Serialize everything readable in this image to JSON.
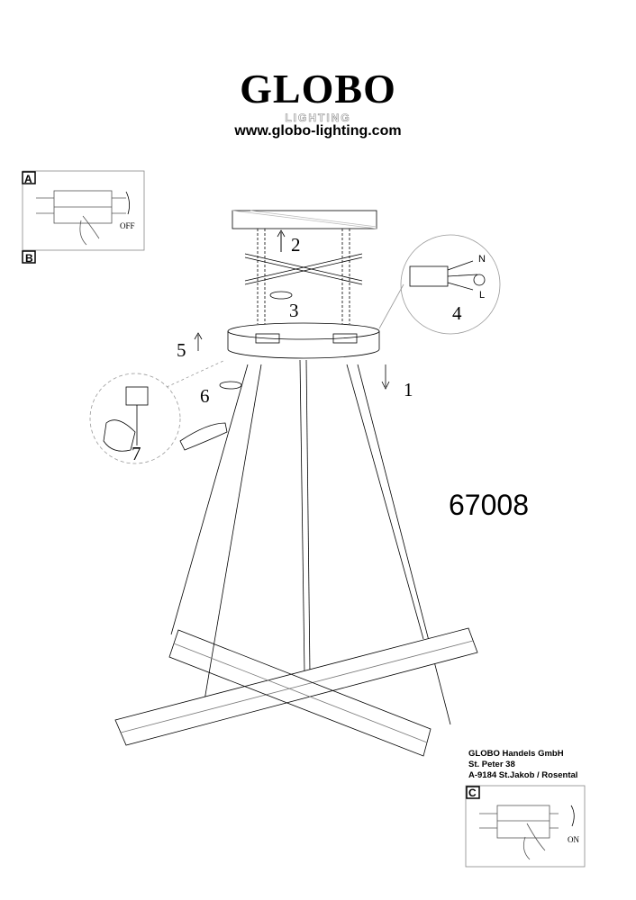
{
  "brand": {
    "logo": "GLOBO",
    "sub": "LIGHTING",
    "url": "www.globo-lighting.com"
  },
  "model": "67008",
  "address": [
    "GLOBO Handels GmbH",
    "St. Peter 38",
    "A-9184 St.Jakob / Rosental"
  ],
  "panels": {
    "a": {
      "label": "A",
      "action": "OFF"
    },
    "b": {
      "label": "B"
    },
    "c": {
      "label": "C",
      "action": "ON"
    }
  },
  "steps": [
    "1",
    "2",
    "3",
    "4",
    "5",
    "6",
    "7"
  ],
  "wiring": {
    "neutral": "N",
    "live": "L"
  }
}
